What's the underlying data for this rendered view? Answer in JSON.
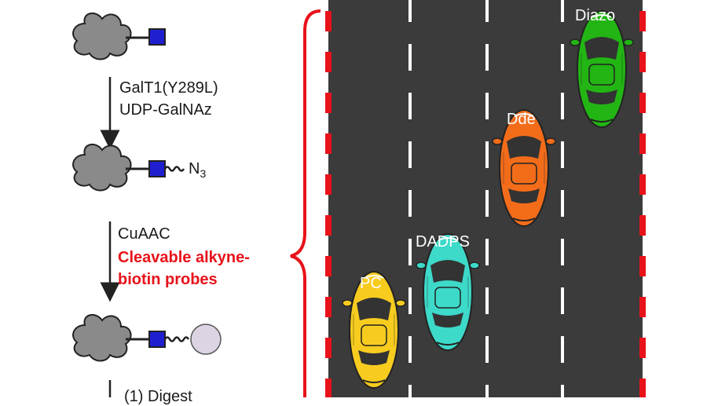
{
  "steps": {
    "enzyme": "GalT1(Y289L)",
    "donor": "UDP-GalNAz",
    "azide_base": "N",
    "azide_sub": "3",
    "reaction": "CuAAC",
    "probes_line1": "Cleavable alkyne-",
    "probes_line2": "biotin probes",
    "next_step": "(1) Digest"
  },
  "cars": [
    {
      "label": "Diazo",
      "color": "#22b514"
    },
    {
      "label": "Dde",
      "color": "#f36c1a"
    },
    {
      "label": "DADPS",
      "color": "#3dd9c9"
    },
    {
      "label": "PC",
      "color": "#f7cc1f"
    }
  ],
  "colors": {
    "road": "#3b3b3b",
    "curb_red": "#e8121a",
    "protein": "#8a8a8a",
    "sugar": "#1f1fcf",
    "biotin": "#ddd4e3",
    "accent": "#e8121a"
  }
}
